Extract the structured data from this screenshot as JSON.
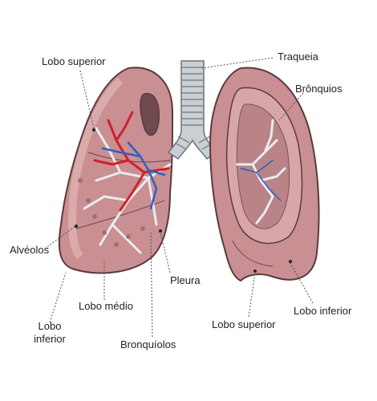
{
  "labels": {
    "lobo_superior_left": "Lobo superior",
    "traqueia": "Traqueia",
    "bronquios": "Brônquios",
    "alveolos": "Alvéolos",
    "pleura": "Pleura",
    "lobo_medio": "Lobo médio",
    "lobo_inferior_left_line1": "Lobo",
    "lobo_inferior_left_line2": "inferior",
    "bronquiolos": "Bronquíolos",
    "lobo_superior_right": "Lobo superior",
    "lobo_inferior_right": "Lobo inferior"
  },
  "colors": {
    "lung_tissue": "#c98f92",
    "lung_highlight": "#e8bcbc",
    "lung_outline": "#5a3a3e",
    "pleura_cavity": "#d9a6a8",
    "cavity_inner": "#b98387",
    "trachea": "#c9cfd2",
    "trachea_rings": "#7d868b",
    "artery": "#d0202a",
    "vein": "#2f5fc2",
    "bronchi": "#e9ecef",
    "leader_line": "#555555",
    "label_text": "#222222"
  }
}
